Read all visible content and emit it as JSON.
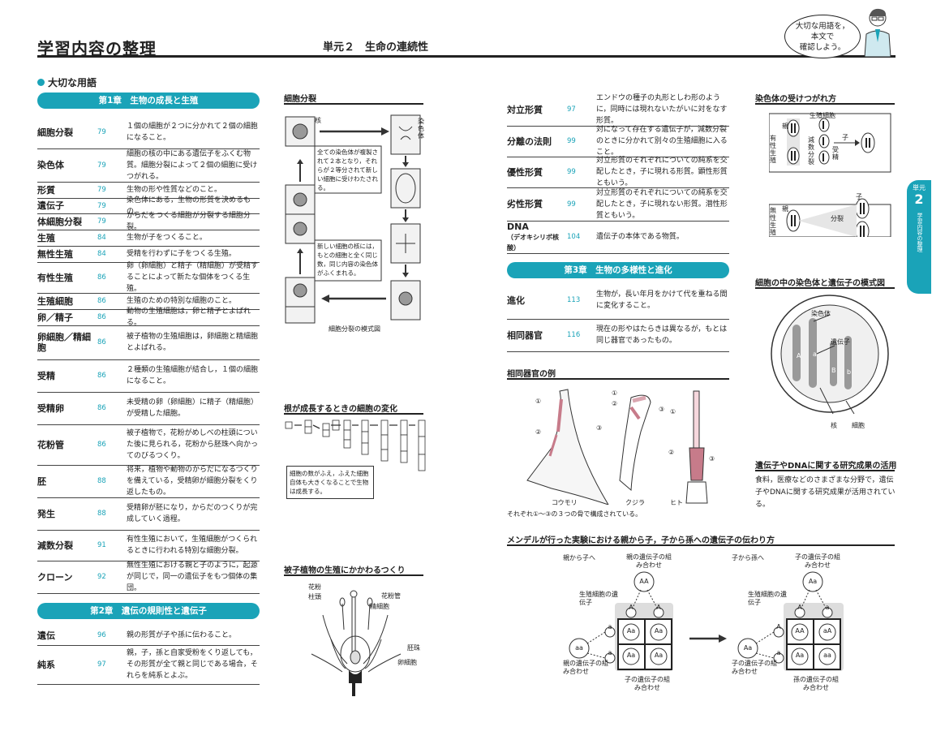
{
  "header": {
    "title": "学習内容の整理",
    "unit": "単元２　生命の連続性",
    "bubble_lines": [
      "大切な用語を，",
      "本文で",
      "確認しよう。"
    ]
  },
  "side_tab": {
    "unit_label": "単元",
    "unit_num": "2",
    "section": "学習内容の整理"
  },
  "section_heading": "大切な用語",
  "chapters": {
    "ch1": "第1章　生物の成長と生殖",
    "ch2": "第2章　遺伝の規則性と遺伝子",
    "ch3": "第3章　生物の多様性と進化"
  },
  "terms_ch1": [
    {
      "term": "細胞分裂",
      "page": "79",
      "desc": "１個の細胞が２つに分かれて２個の細胞になること。"
    },
    {
      "term": "染色体",
      "page": "79",
      "desc": "細胞の核の中にある遺伝子をふくむ物質。細胞分裂によって２個の細胞に受けつがれる。"
    },
    {
      "term": "形質",
      "page": "79",
      "desc": "生物の形や性質などのこと。"
    },
    {
      "term": "遺伝子",
      "page": "79",
      "desc": "染色体にある，生物の形質を決めるもの。"
    },
    {
      "term": "体細胞分裂",
      "page": "79",
      "desc": "からだをつくる細胞が分裂する細胞分裂。"
    },
    {
      "term": "生殖",
      "page": "84",
      "desc": "生物が子をつくること。"
    },
    {
      "term": "無性生殖",
      "page": "84",
      "desc": "受精を行わずに子をつくる生殖。"
    },
    {
      "term": "有性生殖",
      "page": "86",
      "desc": "卵（卵細胞）と精子（精細胞）が受精することによって新たな個体をつくる生殖。"
    },
    {
      "term": "生殖細胞",
      "page": "86",
      "desc": "生殖のための特別な細胞のこと。"
    },
    {
      "term": "卵／精子",
      "page": "86",
      "desc": "動物の生殖細胞は，卵と精子とよばれる。"
    },
    {
      "term": "卵細胞／精細胞",
      "page": "86",
      "desc": "被子植物の生殖細胞は，卵細胞と精細胞とよばれる。"
    },
    {
      "term": "受精",
      "page": "86",
      "desc": "２種類の生殖細胞が結合し，１個の細胞になること。"
    },
    {
      "term": "受精卵",
      "page": "86",
      "desc": "未受精の卵（卵細胞）に精子（精細胞）が受精した細胞。"
    },
    {
      "term": "花粉管",
      "page": "86",
      "desc": "被子植物で，花粉がめしべの柱頭についた後に見られる，花粉から胚珠へ向かってのびるつくり。"
    },
    {
      "term": "胚",
      "page": "88",
      "desc": "将来，植物や動物のからだになるつくりを備えている，受精卵が細胞分裂をくり返したもの。"
    },
    {
      "term": "発生",
      "page": "88",
      "desc": "受精卵が胚になり，からだのつくりが完成していく過程。"
    },
    {
      "term": "減数分裂",
      "page": "91",
      "desc": "有性生殖において，生殖細胞がつくられるときに行われる特別な細胞分裂。"
    },
    {
      "term": "クローン",
      "page": "92",
      "desc": "無性生殖における親と子のように，起源が同じで，同一の遺伝子をもつ個体の集団。"
    }
  ],
  "terms_ch2_left": [
    {
      "term": "遺伝",
      "page": "96",
      "desc": "親の形質が子や孫に伝わること。"
    },
    {
      "term": "純系",
      "page": "97",
      "desc": "親，子，孫と自家受粉をくり返しても，その形質が全て親と同じである場合，それらを純系とよぶ。"
    }
  ],
  "terms_ch2_right": [
    {
      "term": "対立形質",
      "page": "97",
      "desc": "エンドウの種子の丸形としわ形のように，同時には現れないたがいに対をなす形質。"
    },
    {
      "term": "分離の法則",
      "page": "99",
      "desc": "対になって存在する遺伝子が，減数分裂のときに分かれて別々の生殖細胞に入ること。"
    },
    {
      "term": "優性形質",
      "page": "99",
      "desc": "対立形質のそれぞれについての純系を交配したとき，子に現れる形質。顕性形質ともいう。"
    },
    {
      "term": "劣性形質",
      "page": "99",
      "desc": "対立形質のそれぞれについての純系を交配したとき，子に現れない形質。潜性形質ともいう。"
    },
    {
      "term": "DNA",
      "term2": "（デオキシリボ核酸）",
      "page": "104",
      "desc": "遺伝子の本体である物質。"
    }
  ],
  "terms_ch3": [
    {
      "term": "進化",
      "page": "113",
      "desc": "生物が，長い年月をかけて代を重ねる間に変化すること。"
    },
    {
      "term": "相同器官",
      "page": "116",
      "desc": "現在の形やはたらきは異なるが，もとは同じ器官であったもの。"
    }
  ],
  "fig_cell_division": {
    "title": "細胞分裂",
    "label_nucleus": "核",
    "label_chromosome": "染色体",
    "note1": "全ての染色体が複製されて２本となり，それらが２等分されて新しい細胞に受けわたされる。",
    "note2": "新しい細胞の核には，もとの細胞と全く同じ数，同じ内容の染色体がふくまれる。",
    "caption": "細胞分裂の模式図"
  },
  "fig_root": {
    "title": "根が成長するときの細胞の変化",
    "note": "細胞の数がふえ，ふえた細胞自体も大きくなることで生物は成長する。"
  },
  "fig_flower": {
    "title": "被子植物の生殖にかかわるつくり",
    "labels": [
      "花粉",
      "柱頭",
      "花粉管",
      "精細胞",
      "胚珠",
      "卵細胞"
    ]
  },
  "fig_homologous": {
    "title": "相同器官の例",
    "animals": [
      "コウモリ",
      "クジラ",
      "ヒト"
    ],
    "marks": [
      "①",
      "②",
      "③"
    ],
    "caption": "それぞれ①～③の３つの骨で構成されている。"
  },
  "fig_inherit": {
    "title": "染色体の受けつがれ方",
    "sexual": "有性生殖",
    "asexual": "無性生殖",
    "parent": "親",
    "child": "子",
    "meiosis": "減数分裂",
    "fert": "受精",
    "division": "分裂",
    "gamete": "生殖細胞"
  },
  "fig_model": {
    "title": "細胞の中の染色体と遺伝子の模式図",
    "chromosome": "染色体",
    "gene": "遺伝子",
    "nucleus": "核",
    "cell": "細胞",
    "alleles": [
      "A",
      "a",
      "B",
      "b"
    ]
  },
  "dna_research": {
    "title": "遺伝子やDNAに関する研究成果の活用",
    "text": "食料，医療などのさまざまな分野で，遺伝子やDNAに関する研究成果が活用されている。"
  },
  "fig_mendel": {
    "title": "メンデルが行った実験における親から子，子から孫への遺伝子の伝わり方",
    "left_head": "親から子へ",
    "right_head": "子から孫へ",
    "parent_combo": "親の遺伝子の組み合わせ",
    "child_combo": "子の遺伝子の組み合わせ",
    "grand_combo": "孫の遺伝子の組み合わせ",
    "gamete_genes": "生殖細胞の遺伝子",
    "left_top": "AA",
    "left_other": "aa",
    "left_gametes_top": [
      "A",
      "A"
    ],
    "left_gametes_side": [
      "a",
      "a"
    ],
    "left_grid": [
      "Aa",
      "Aa",
      "Aa",
      "Aa"
    ],
    "right_top": "Aa",
    "right_other": "Aa",
    "right_gametes_top": [
      "A",
      "a"
    ],
    "right_gametes_side": [
      "A",
      "a"
    ],
    "right_grid": [
      "AA",
      "aA",
      "Aa",
      "aa"
    ]
  }
}
